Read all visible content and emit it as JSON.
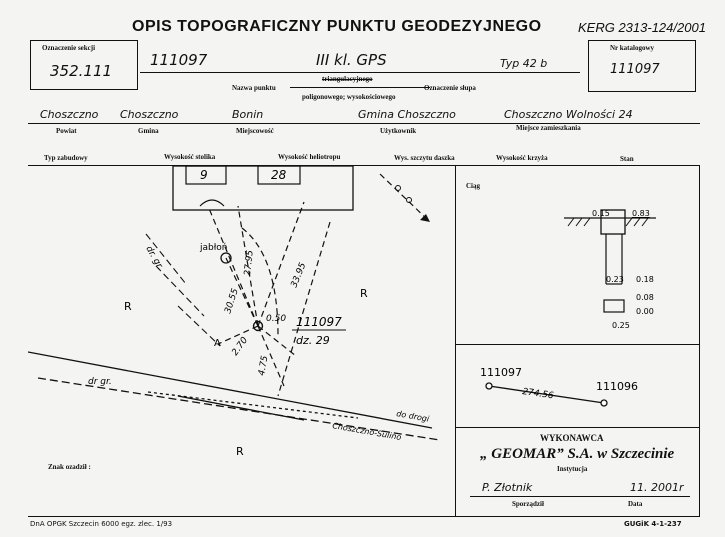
{
  "header": {
    "title": "OPIS TOPOGRAFICZNY PUNKTU GEODEZYJNEGO",
    "code": "KERG 2313-124/2001"
  },
  "section": {
    "label": "Oznaczenie sekcji",
    "value": "352.111"
  },
  "catalog": {
    "label": "Nr katalogowy",
    "value": "111097"
  },
  "point": {
    "number": "111097",
    "class": "III kl. GPS",
    "type": "Typ  42 b",
    "name_label": "Nazwa punktu",
    "option_top": "triangulacyjnego",
    "option_bottom": "poligonowego; wysokościowego",
    "pillar_label": "Oznaczenie słupa"
  },
  "location": {
    "powiat": "Choszczno",
    "gmina": "Choszczno",
    "miejscowosc": "Bonin",
    "uzytkownik": "Gmina Choszczno",
    "miejsce_zamieszkania": "Choszczno Wolności 24",
    "labels": {
      "powiat": "Powiat",
      "gmina": "Gmina",
      "miejscowosc": "Miejscowość",
      "uzytkownik": "Użytkownik",
      "miejsce": "Miejsce zamieszkania"
    }
  },
  "attributes": {
    "typ": "Typ zabudowy",
    "stolik": "Wysokość stolika",
    "heliotrop": "Wysokość heliotropu",
    "daszek": "Wys. szczytu daszka",
    "krzyz": "Wysokość krzyża",
    "stan": "Stan"
  },
  "map": {
    "box_left": "9",
    "box_right": "28",
    "label_jablon": "jabłoń",
    "land_r": "R",
    "point_number": "111097",
    "point_sub": "dz. 29",
    "road_dr": "dr. gr.",
    "road_dr2": "dr gr.",
    "road_name": "Choszczno-Sulino",
    "road_to": "do drogi",
    "dim_a": "33.95",
    "dim_b": "27.95",
    "dim_c": "30.55",
    "dim_d": "0.50",
    "dim_e": "2.70",
    "dim_f": "4.75",
    "letter_a": "A"
  },
  "profile": {
    "title": "Ciąg",
    "top_left": "0.15",
    "top_right": "0.83",
    "v1": "0.23",
    "v2": "0.18",
    "v3": "0.08",
    "v4": "0.00",
    "v5": "0.25"
  },
  "traverse": {
    "from": "111097",
    "to": "111096",
    "distance": "274.56"
  },
  "executor": {
    "label": "WYKONAWCA",
    "name": "„ GEOMAR” S.A. w Szczecinie",
    "inst_label": "Instytucja",
    "author": "P. Złotnik",
    "author_label": "Sporządził",
    "date": "11. 2001r",
    "date_label": "Data"
  },
  "marks_label": "Znak ozadził :",
  "footer": {
    "left": "DnA OPGK Szczecin 6000 egz. zlec. 1/93",
    "right": "GUGiK 4-1-237"
  }
}
